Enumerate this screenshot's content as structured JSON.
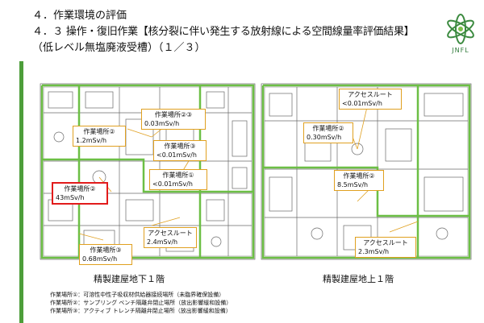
{
  "header": {
    "line1": "４．作業環境の評価",
    "line2": "４．３ 操作・復旧作業【核分裂に伴い発生する放射線による空間線量率評価結果】",
    "line3": "（低レベル無塩廃液受槽）（１／３）",
    "logo_text": "JNFL"
  },
  "left_floor": {
    "caption": "精製建屋地下１階",
    "callouts": [
      {
        "name": "作業場所②③",
        "value": "0.03mSv/h"
      },
      {
        "name": "作業場所②",
        "value": "1.2mSv/h"
      },
      {
        "name": "作業場所③",
        "value": "<0.01mSv/h"
      },
      {
        "name": "作業場所①",
        "value": "<0.01mSv/h"
      },
      {
        "name": "作業場所②",
        "value": "43mSv/h",
        "highlight": true
      },
      {
        "name": "アクセスルート",
        "value": "2.4mSv/h"
      },
      {
        "name": "作業場所③",
        "value": "0.68mSv/h"
      }
    ]
  },
  "right_floor": {
    "caption": "精製建屋地上１階",
    "callouts": [
      {
        "name": "アクセスルート",
        "value": "<0.01mSv/h"
      },
      {
        "name": "作業場所②",
        "value": "0.30mSv/h"
      },
      {
        "name": "作業場所②",
        "value": "8.5mSv/h"
      },
      {
        "name": "アクセスルート",
        "value": "2.3mSv/h"
      }
    ]
  },
  "legend": [
    "作業場所①：可溶性中性子吸収材供給器接続場所（未臨界確保設備）",
    "作業場所②：サンプリング ベンチ隔離弁閉止場所（放出影響緩和設備）",
    "作業場所③：アクティブ トレンチ隔離弁閉止場所（放出影響緩和設備）"
  ],
  "colors": {
    "route": "#6cbf45",
    "callout_border": "#e0a020",
    "highlight": "#e21b1b",
    "accent_bar": "#4d9e3a"
  }
}
